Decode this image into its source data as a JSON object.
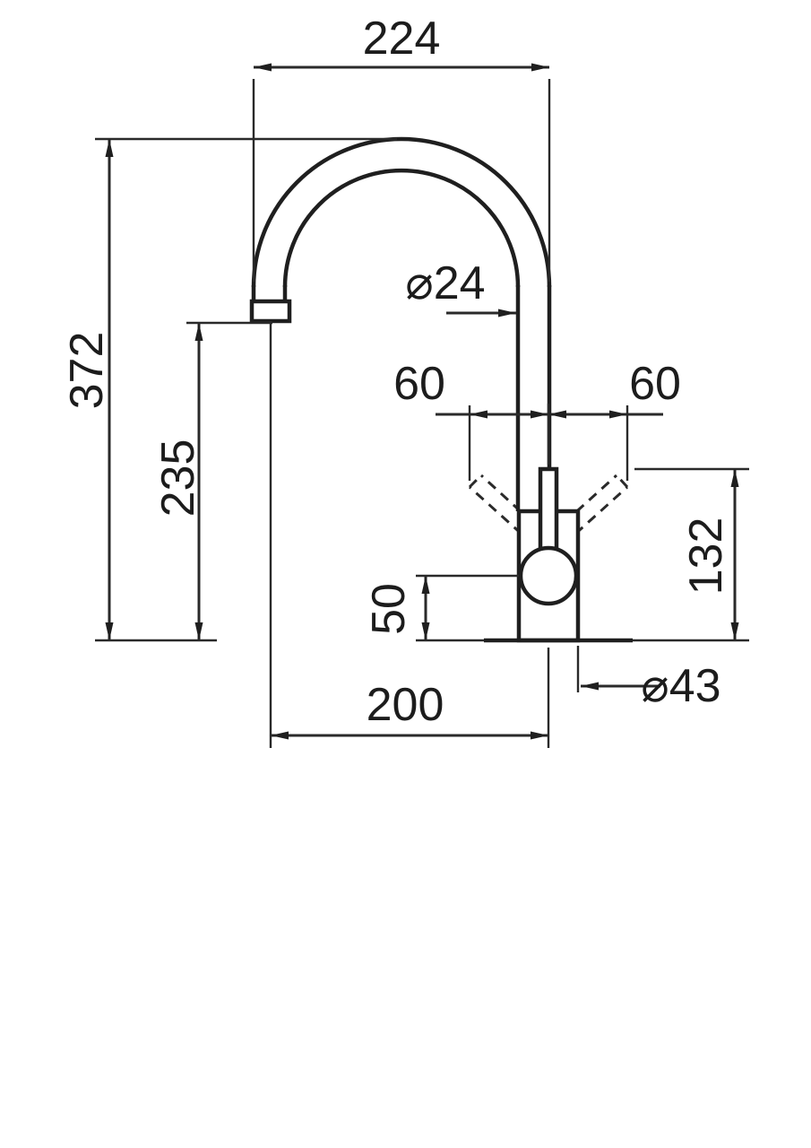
{
  "drawing": {
    "labels": {
      "top_width": "224",
      "overall_height": "372",
      "spout_clearance_height": "235",
      "spout_tube_diameter": "⌀24",
      "lever_swing_left": "60",
      "lever_swing_right": "60",
      "body_height": "132",
      "lever_axis_height": "50",
      "spout_reach": "200",
      "body_diameter": "⌀43"
    }
  }
}
